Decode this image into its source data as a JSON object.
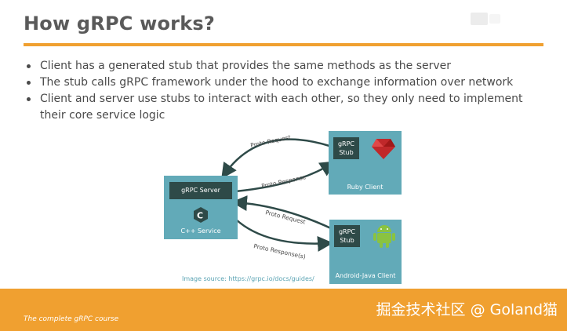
{
  "title": "How gRPC works?",
  "bullets": [
    "Client has a generated stub that provides the same methods as the server",
    "The stub calls gRPC framework under the hood to exchange information over network",
    "Client and server use stubs to interact with each other, so they only need to implement their core service logic"
  ],
  "diagram": {
    "server": {
      "inner_label": "gRPC Server",
      "service_label": "C++ Service",
      "logo_text": "C"
    },
    "ruby_client": {
      "stub_label_line1": "gRPC",
      "stub_label_line2": "Stub",
      "client_label": "Ruby Client"
    },
    "android_client": {
      "stub_label_line1": "gRPC",
      "stub_label_line2": "Stub",
      "client_label": "Android-Java Client"
    },
    "arrows": {
      "ruby_request": "Proto Request",
      "ruby_response": "Proto Response",
      "android_request": "Proto Request",
      "android_response": "Proto Response(s)"
    },
    "colors": {
      "box": "#62aab8",
      "inner": "#2e4a48",
      "arrow": "#2e4a48",
      "ruby": "#c0282a",
      "android": "#8ac341"
    },
    "source": "Image source: https://grpc.io/docs/guides/"
  },
  "footer": {
    "course": "The complete gRPC course",
    "watermark": "掘金技术社区 @ Goland猫",
    "color": "#f0a030"
  }
}
